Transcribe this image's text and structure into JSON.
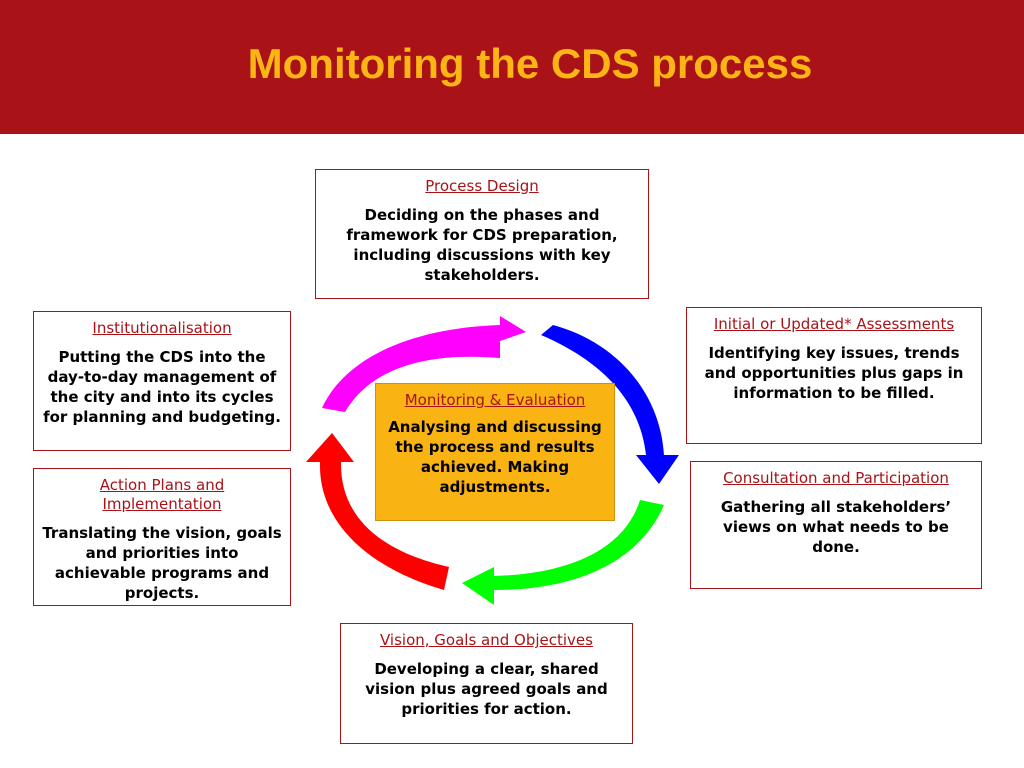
{
  "slide": {
    "title": "Monitoring the CDS process"
  },
  "colors": {
    "banner": "#a91317",
    "title": "#fdb515",
    "center_fill": "#f9b312",
    "arrow_top_left": "#ff00ff",
    "arrow_top_right": "#0000ff",
    "arrow_bottom_right": "#00ff00",
    "arrow_bottom_left": "#ff0000"
  },
  "center": {
    "heading": "Monitoring & Evaluation",
    "body": "Analysing and discussing the process and results achieved. Making adjustments."
  },
  "steps": {
    "process_design": {
      "heading": "Process Design",
      "body": "Deciding on the phases and framework for CDS preparation, including discussions with key stakeholders."
    },
    "assessments": {
      "heading": "Initial or Updated* Assessments",
      "body": "Identifying key issues, trends and opportunities plus gaps in information to be filled."
    },
    "consultation": {
      "heading": "Consultation and Participation",
      "body": "Gathering all stakeholders’ views on what needs to be done."
    },
    "vision": {
      "heading": "Vision, Goals and Objectives",
      "body": "Developing a clear, shared vision plus agreed goals and priorities for action."
    },
    "action_plans": {
      "heading": "Action Plans and Implementation",
      "body": "Translating the vision, goals and priorities into achievable programs and projects."
    },
    "institutionalisation": {
      "heading": "Institutionalisation",
      "body": "Putting the CDS into the day-to-day management of the city and into its cycles for planning and budgeting."
    }
  }
}
